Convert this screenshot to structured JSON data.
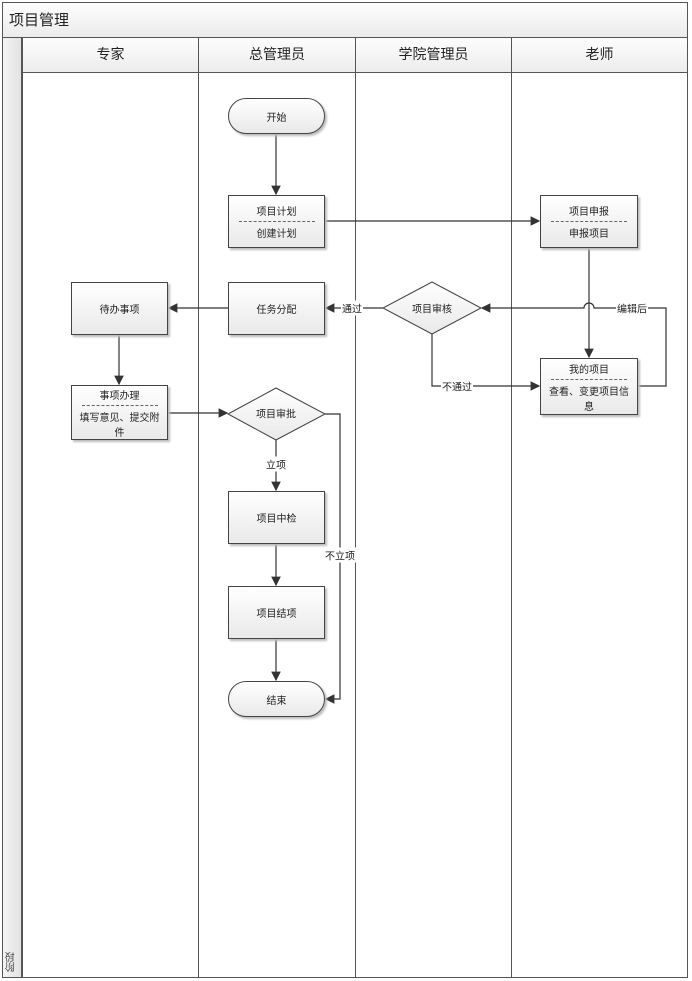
{
  "title": "项目管理",
  "phase_label": "阶段",
  "lanes": [
    "专家",
    "总管理员",
    "学院管理员",
    "老师"
  ],
  "nodes": {
    "start": "开始",
    "plan_title": "项目计划",
    "plan_sub": "创建计划",
    "apply_title": "项目申报",
    "apply_sub": "申报项目",
    "todo": "待办事项",
    "assign": "任务分配",
    "review": "项目审核",
    "my_title": "我的项目",
    "my_sub": "查看、变更项目信息",
    "handle_title": "事项办理",
    "handle_sub": "填写意见、提交附件",
    "approve": "项目审批",
    "midcheck": "项目中检",
    "close": "项目结项",
    "end": "结束"
  },
  "edge_labels": {
    "pass": "通过",
    "fail": "不通过",
    "edited": "编辑后",
    "approved": "立项",
    "rejected": "不立项"
  }
}
